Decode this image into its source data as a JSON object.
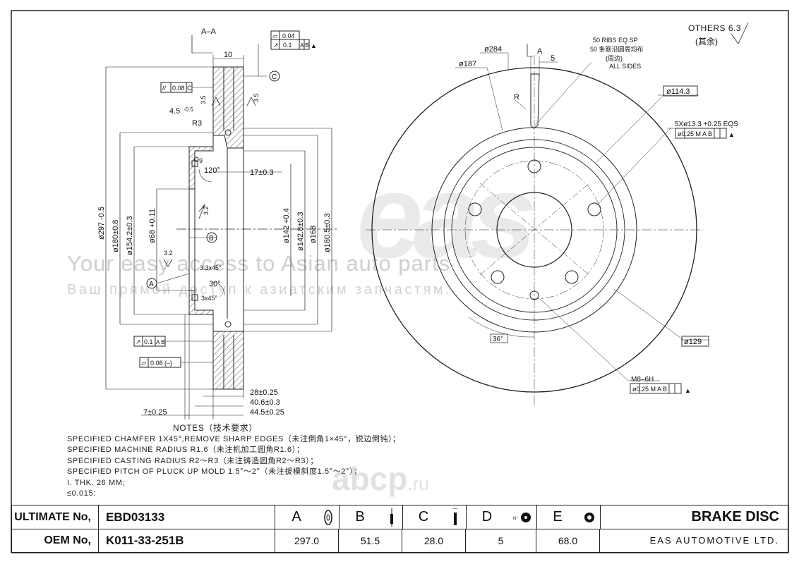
{
  "watermarks": {
    "logo": "eas",
    "tagline_en": "Your easy access to Asian auto parts",
    "tagline_ru": "Ваш прямой доступ к азиатским запчастям.",
    "site": "abcp",
    "site_tld": ".ru"
  },
  "surface_note": {
    "others": "OTHERS 6.3",
    "others_cn": "(其余)"
  },
  "section_view": {
    "section_label": "A–A",
    "dims": {
      "thickness_top": "10",
      "outer_dia": "ø297 -0.5",
      "dia_180_8": "ø180±0.8",
      "dia_154_2": "ø154.2±0.3",
      "bore": "ø68 +0.11",
      "dia_142": "ø142 +0.4",
      "dia_142_8": "ø142.8±0.3",
      "dia_168": "ø168",
      "dia_180_5": "ø180.5±0.3",
      "hat_depth": "17±0.3",
      "r3": "R3",
      "chamfer_120": "120°",
      "chamfer_33": "3.3x45°",
      "angle_30": "30°",
      "chamfer_3": "3x45°",
      "rough_35a": "3.5",
      "rough_35b": "3.5",
      "rough_32a": "3.2",
      "rough_32b": "3.2",
      "dim_45": "4.5",
      "dim_45_tol": "-0.5",
      "dim_28": "28±0.25",
      "dim_406": "40.6±0.3",
      "dim_445": "44.5±0.25",
      "dim_7": "7±0.25",
      "q9": "9",
      "datum_a": "A",
      "datum_b": "B",
      "datum_c": "C"
    },
    "tolerance_frames": {
      "flatness": "0.04",
      "runout": "0.1",
      "runout_datum": "A B",
      "parallel": "0.08",
      "parallel_datum": "C",
      "runout2": "0.1",
      "runout2_datum": "A B",
      "flatness2": "0.08 (–)"
    }
  },
  "front_view": {
    "dims": {
      "dia_284": "ø284",
      "dia_187": "ø187",
      "arrow_a": "A",
      "width_5": "5",
      "radius": "R",
      "ribs_1": "50 RIBS  EQ.SP",
      "ribs_2": "50 条筋沿圆周均布",
      "ribs_3": "(周边)",
      "ribs_4": "ALL SIDES",
      "pcd": "ø114.3",
      "holes": "5Xø13.3 +0.25 EQS",
      "holes_tol": "ø0.25 M A B",
      "angle": "36°",
      "dia_129": "ø129",
      "thread": "M8–6H",
      "thread_tol": "ø0.25 M A B"
    }
  },
  "notes": {
    "title": "NOTES（技术要求）",
    "lines": [
      "SPECIFIED  CHAMFER  1X45°,REMOVE  SHARP  EDGES（未注倒角1×45°，锐边倒钝）；",
      "SPECIFIED  MACHINE  RADIUS  R1.6（未注机加工圆角R1.6）；",
      "SPECIFIED  CASTING  RADIUS  R2～R3（未注铸造圆角R2～R3）；",
      "SPECIFIED  PITCH  OF  PLUCK  UP  MOLD  1.5°～2°（未注拔模斜度1.5°～2°）；",
      "I. THK. 26 MM;",
      "≤0.015;"
    ]
  },
  "title_block": {
    "ultimate_label": "ULTIMATE No,",
    "ultimate_value": "EBD03133",
    "oem_label": "OEM No,",
    "oem_value": "K011-33-251B",
    "columns": [
      {
        "letter": "A",
        "value": "297.0"
      },
      {
        "letter": "B",
        "value": "51.5"
      },
      {
        "letter": "C",
        "value": "28.0"
      },
      {
        "letter": "D",
        "value": "5"
      },
      {
        "letter": "E",
        "value": "68.0"
      }
    ],
    "product": "BRAKE DISC",
    "company": "EAS AUTOMOTIVE LTD."
  }
}
